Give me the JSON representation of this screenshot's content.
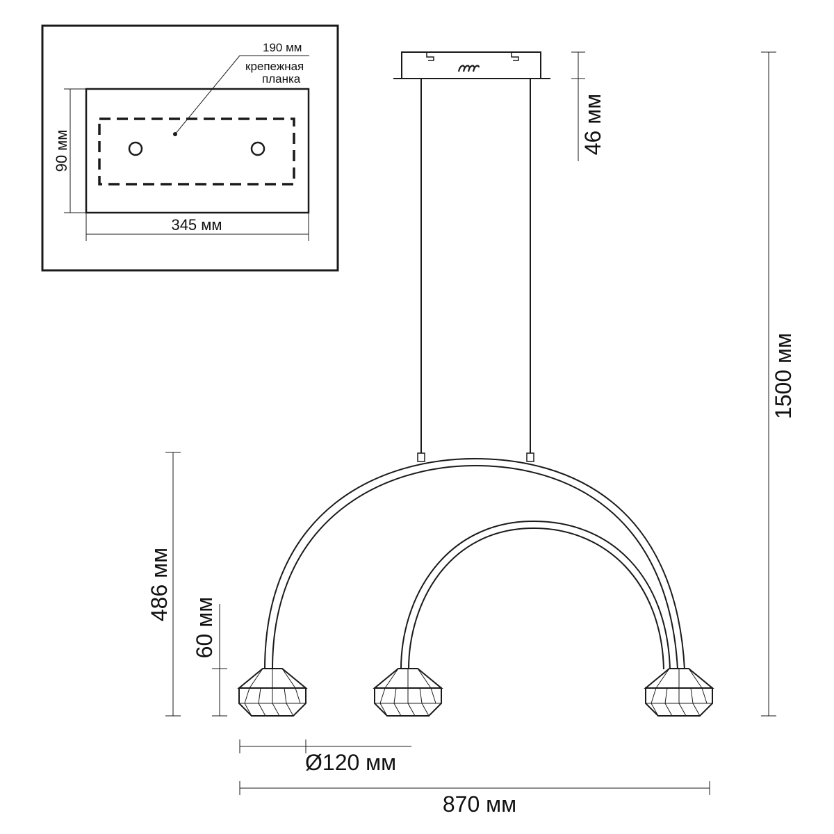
{
  "inset": {
    "width_label": "345 мм",
    "height_label": "90 мм",
    "plate_width_label": "190 мм",
    "plate_name_line1": "крепежная",
    "plate_name_line2": "планка"
  },
  "dimensions": {
    "canopy_height": "46 мм",
    "total_height": "1500 мм",
    "arc_height": "486 мм",
    "shade_height": "60 мм",
    "shade_diameter": "Ø120 мм",
    "total_width": "870 мм"
  },
  "colors": {
    "line": "#1a1a1a",
    "background": "#ffffff"
  }
}
